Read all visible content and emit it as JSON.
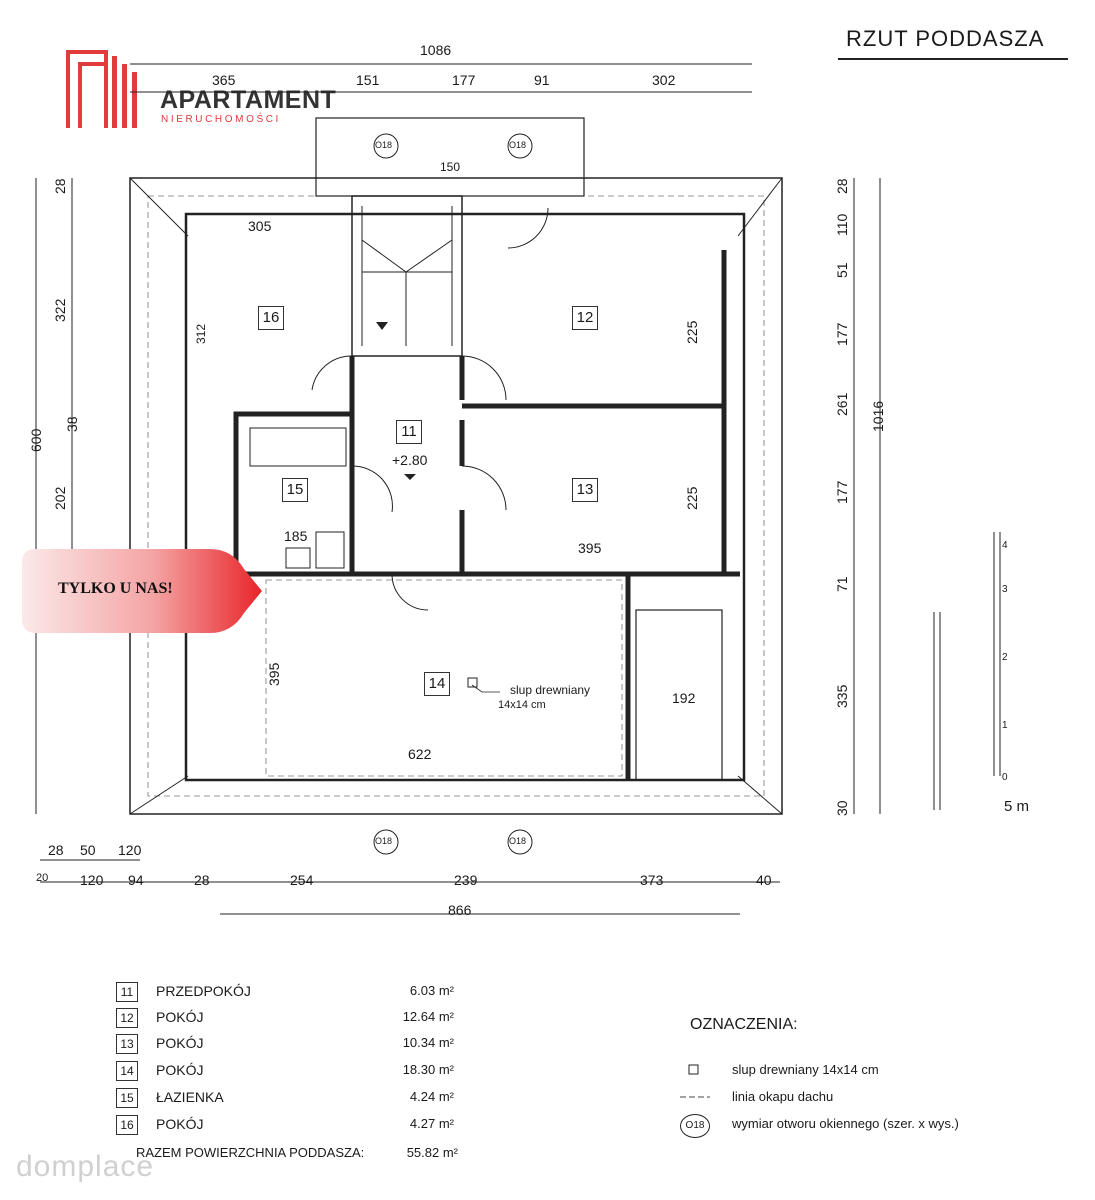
{
  "title": "RZUT PODDASZA",
  "logo": {
    "name": "APARTAMENT",
    "subtitle": "NIERUCHOMOŚCI"
  },
  "badge": "TYLKO U NAS!",
  "watermark": "domplace",
  "elevation": "+2.80",
  "post_label": "slup drewniany",
  "post_size": "14x14 cm",
  "top_dims": {
    "overall": "1086",
    "d1": "365",
    "d2": "151",
    "d3": "177",
    "d4": "91",
    "d5": "302",
    "balcony": "150"
  },
  "left_dims": {
    "d1": "28",
    "d2": "322",
    "d3": "38",
    "d4": "202",
    "total": "600"
  },
  "right_dims": {
    "d1": "28",
    "d2": "110",
    "d3": "51",
    "d4": "177",
    "d5": "261",
    "d6": "177",
    "d7": "71",
    "d8": "335",
    "d9": "30",
    "total": "1016"
  },
  "bottom_dims": {
    "a1": "28",
    "a2": "50",
    "a3": "120",
    "b0": "20",
    "b1": "120",
    "b2": "94",
    "b3": "28",
    "b4": "254",
    "b5": "239",
    "b6": "373",
    "b7": "40",
    "total": "866"
  },
  "inner_dims": {
    "r16_w": "305",
    "r16_h": "312",
    "r12_h": "225",
    "r13_h": "225",
    "r13_w": "395",
    "r15_w": "185",
    "r14_w": "622",
    "r14_h": "395",
    "r_side": "192"
  },
  "window_labels": {
    "w1": "O18",
    "w2": "O18",
    "w3": "O18",
    "w4": "O18"
  },
  "scale": {
    "label": "5 m",
    "ticks": [
      "0",
      "1",
      "2",
      "3",
      "4"
    ]
  },
  "rooms": [
    {
      "no": "11",
      "name": "PRZEDPOKÓJ",
      "area": "6.03 m²"
    },
    {
      "no": "12",
      "name": "POKÓJ",
      "area": "12.64 m²"
    },
    {
      "no": "13",
      "name": "POKÓJ",
      "area": "10.34 m²"
    },
    {
      "no": "14",
      "name": "POKÓJ",
      "area": "18.30 m²"
    },
    {
      "no": "15",
      "name": "ŁAZIENKA",
      "area": "4.24 m²"
    },
    {
      "no": "16",
      "name": "POKÓJ",
      "area": "4.27 m²"
    }
  ],
  "total": {
    "label": "RAZEM POWIERZCHNIA PODDASZA:",
    "area": "55.82 m²"
  },
  "legend": {
    "title": "OZNACZENIA:",
    "items": [
      {
        "symbol": "square",
        "label": "slup drewniany 14x14 cm"
      },
      {
        "symbol": "dashed-line",
        "label": "linia okapu dachu"
      },
      {
        "symbol": "circle",
        "code": "O18",
        "label": "wymiar otworu okiennego (szer. x wys.)"
      }
    ]
  },
  "colors": {
    "accent": "#e23b3b",
    "line": "#222222"
  }
}
